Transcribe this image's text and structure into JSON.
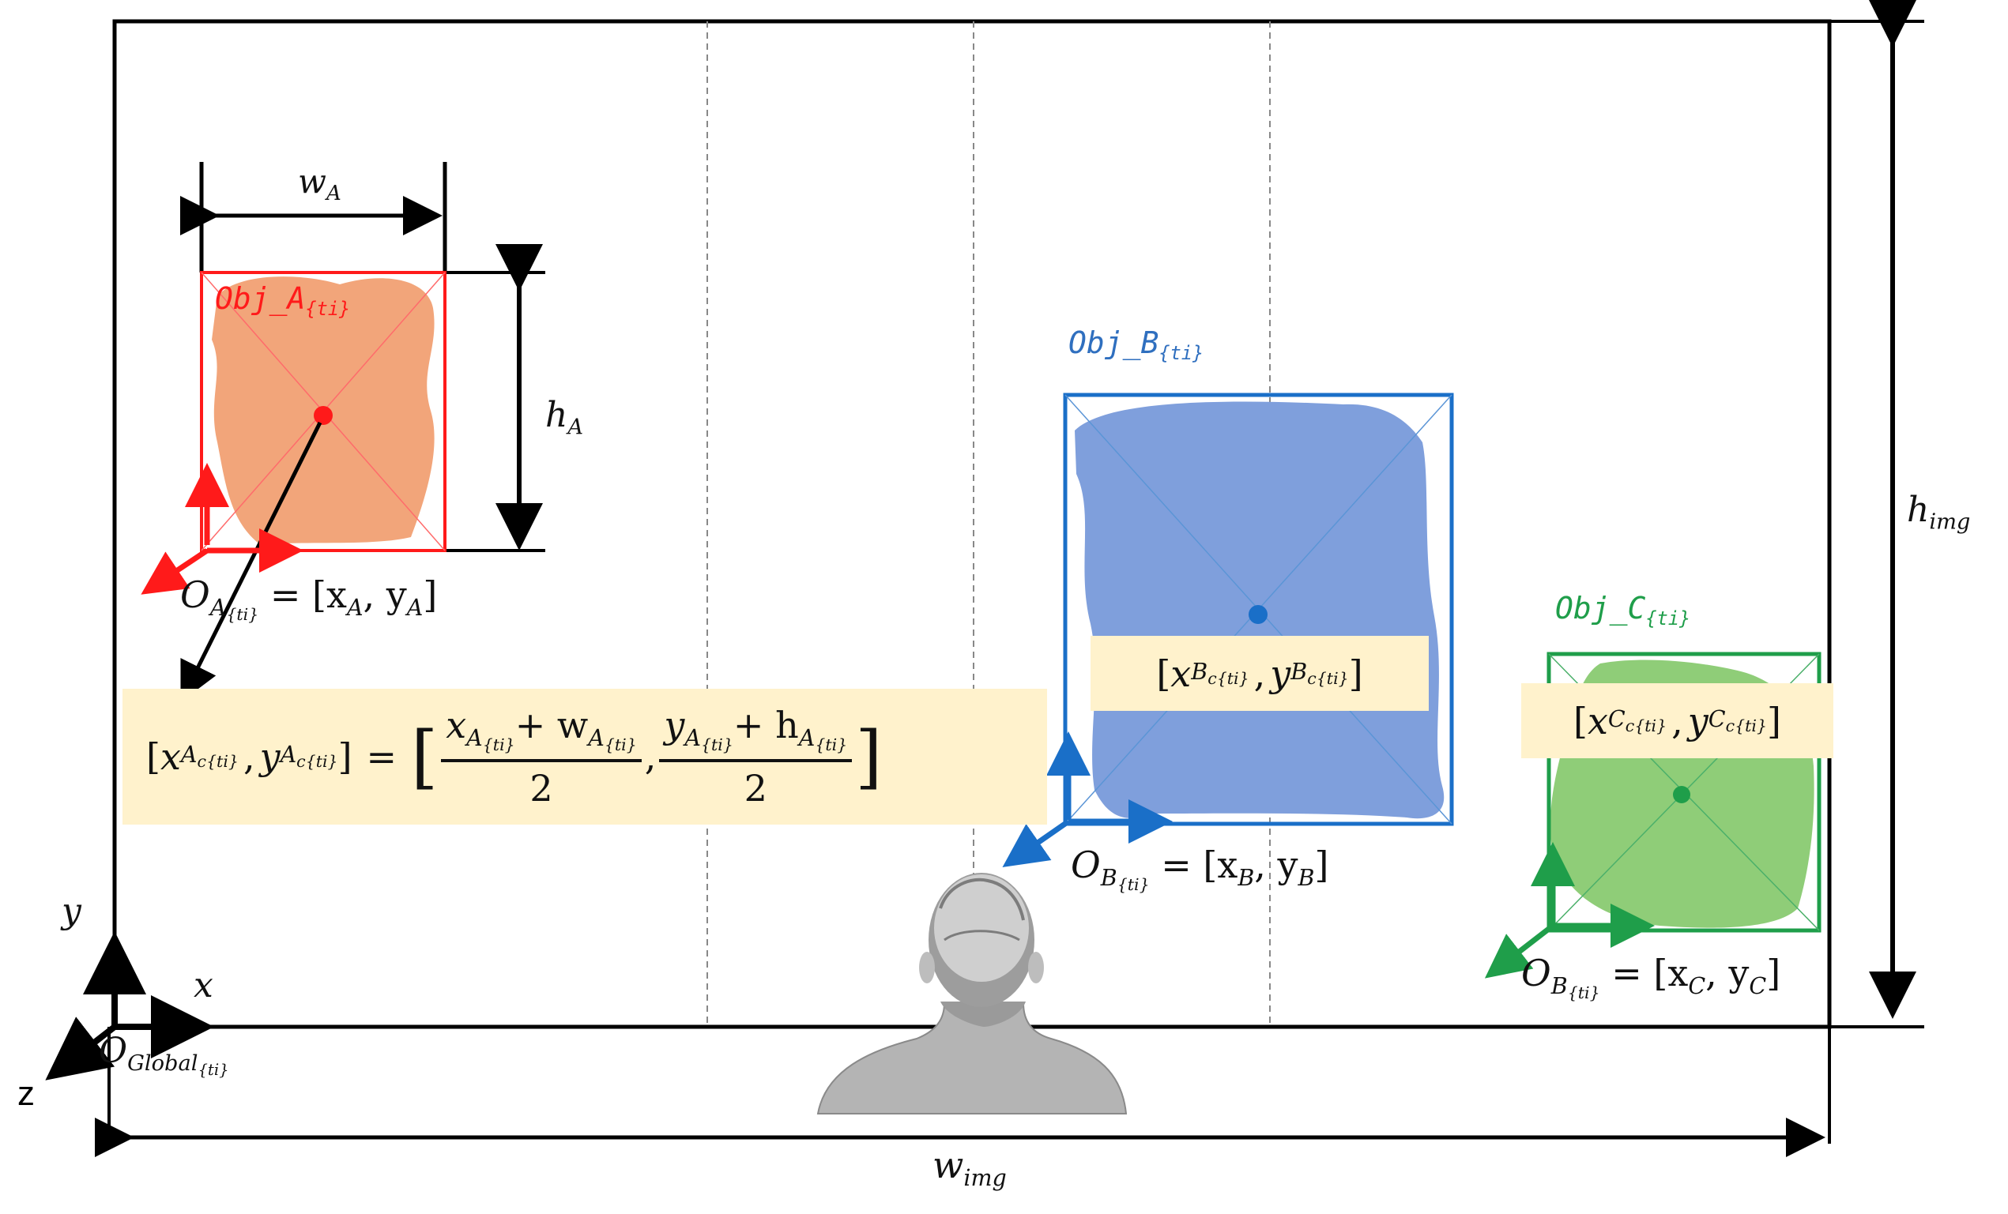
{
  "labels": {
    "w_a": "w",
    "w_a_sub": "A",
    "h_a": "h",
    "h_a_sub": "A",
    "h_img": "h",
    "h_img_sub": "img",
    "w_img": "w",
    "w_img_sub": "img",
    "axis_y": "y",
    "axis_x": "x",
    "axis_z": "z",
    "o_global": "O",
    "o_global_sub": "Global",
    "ti": "{t",
    "ti_i": "i",
    "ti_close": "}"
  },
  "objects": {
    "a": {
      "name": "Obj_A",
      "color": "#ff1a1a"
    },
    "b": {
      "name": "Obj_B",
      "color": "#2f6fbf"
    },
    "c": {
      "name": "Obj_C",
      "color": "#1f9e4a"
    }
  },
  "origins": {
    "a": {
      "o": "O",
      "sub": "A",
      "eq": "= [x",
      "x_sub": "A",
      "comma": ", y",
      "y_sub": "A",
      "end": "]"
    },
    "b": {
      "o": "O",
      "sub": "B",
      "eq": "= [x",
      "x_sub": "B",
      "comma": ", y",
      "y_sub": "B",
      "end": "]"
    },
    "c": {
      "o": "O",
      "sub": "B",
      "eq": "= [x",
      "x_sub": "C",
      "comma": ", y",
      "y_sub": "C",
      "end": "]"
    }
  },
  "formula": {
    "lhs_x": "x",
    "lhs_x_sub": "A",
    "lhs_y": "y",
    "lhs_y_sub": "A",
    "c": "c",
    "equals": "=",
    "num1_a": "x",
    "num1_b": "+ w",
    "num2_a": "y",
    "num2_b": "+ h",
    "den": "2",
    "sub_a": "A"
  },
  "centers": {
    "b": {
      "x": "x",
      "y": "y",
      "sub": "B",
      "c": "c"
    },
    "c": {
      "x": "x",
      "y": "y",
      "sub": "C",
      "c": "c"
    }
  },
  "colors": {
    "red": "#ff1a1a",
    "blue": "#2f6fbf",
    "green": "#1f9e4a",
    "fill_a": "#f2a57a",
    "fill_b": "#7f9fdc",
    "fill_c": "#8fcd78",
    "formula_bg": "#fff2cc"
  }
}
